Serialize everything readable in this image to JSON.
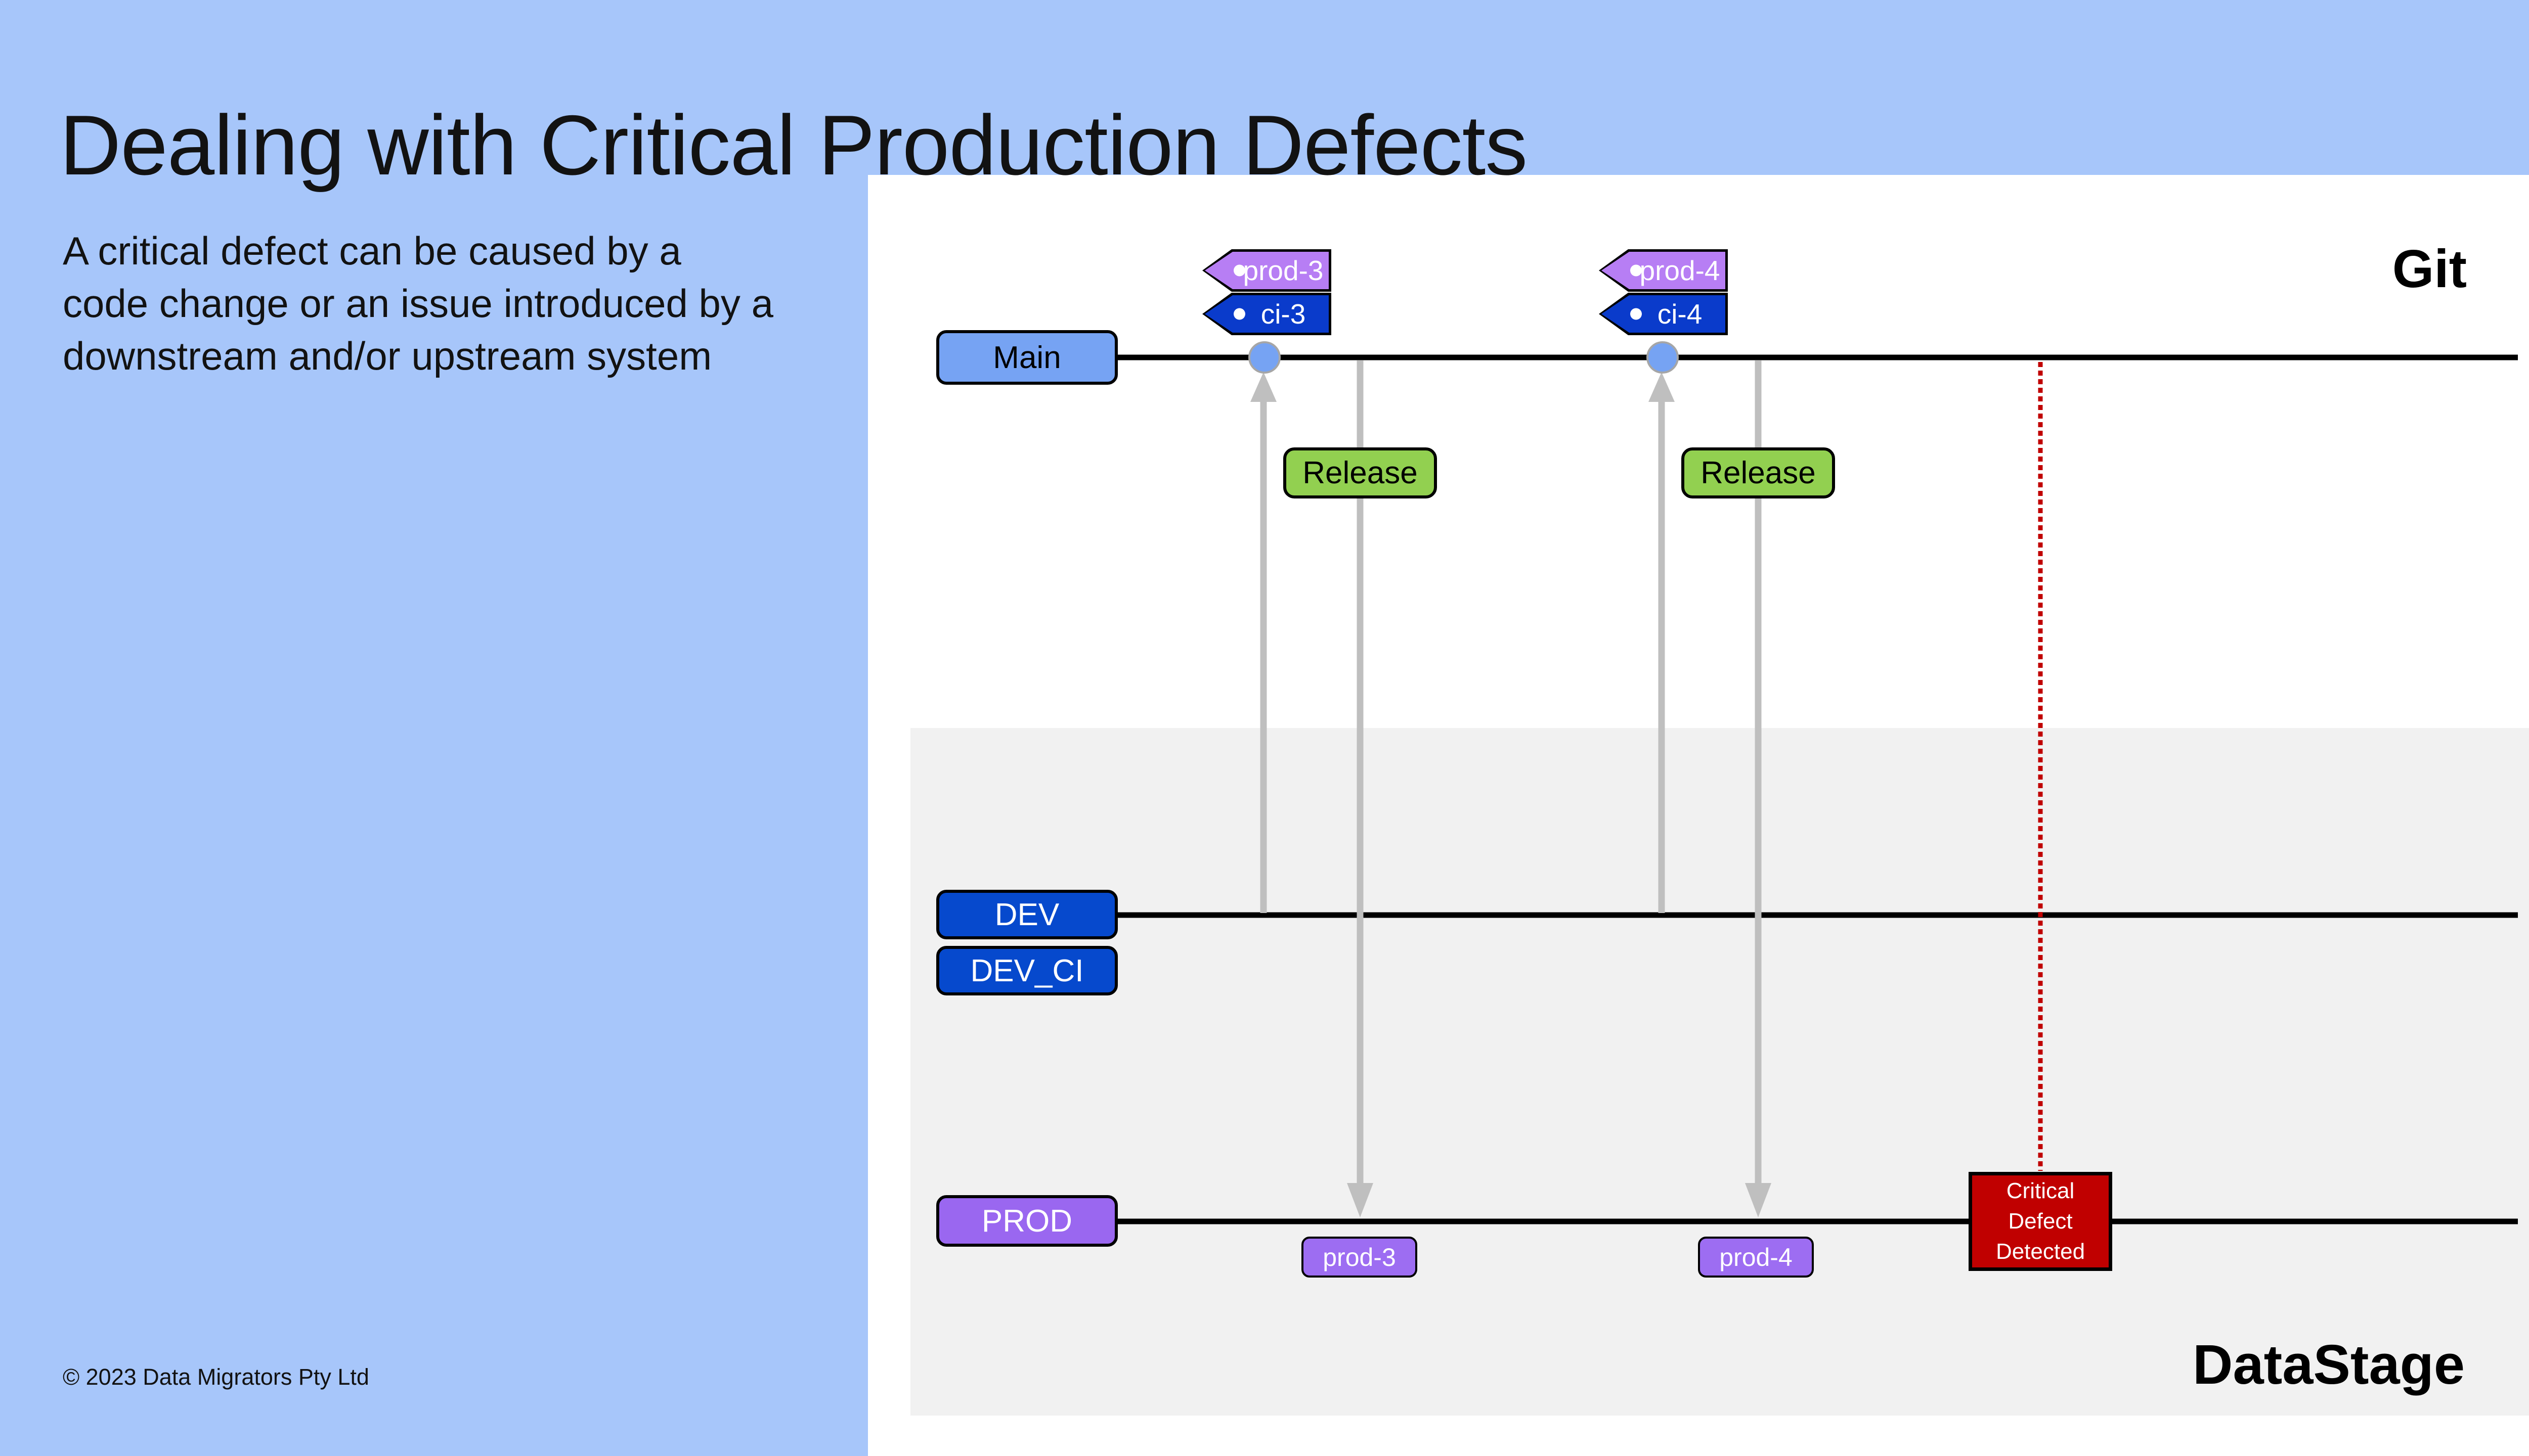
{
  "slide": {
    "title": "Dealing with Critical Production Defects",
    "body_lines": [
      "A critical defect can be caused by a",
      "code change or an issue introduced by a",
      "downstream and/or upstream system"
    ],
    "copyright": "© 2023 Data Migrators Pty Ltd"
  },
  "diagram": {
    "system_labels": {
      "git": "Git",
      "datastage": "DataStage"
    },
    "branches": {
      "main": "Main",
      "dev": "DEV",
      "dev_ci": "DEV_CI",
      "prod": "PROD"
    },
    "commit_tags": {
      "prod3": "prod-3",
      "ci3": "ci-3",
      "prod4": "prod-4",
      "ci4": "ci-4"
    },
    "deploy_tags": {
      "prod3": "prod-3",
      "prod4": "prod-4"
    },
    "release_buttons": {
      "release1": "Release",
      "release2": "Release"
    },
    "alert": {
      "text": "Critical Defect Detected"
    }
  },
  "colors": {
    "bgBlue": "#a7c6fa",
    "panelGray": "#f1f1f1",
    "mainBlue": "#76a3f3",
    "devBlue": "#0649cd",
    "ciBlue": "#0a3bcb",
    "tagPurple": "#b77ef4",
    "prodPurple": "#9a67f0",
    "deployPurple": "#9d6df2",
    "releaseGreen": "#92d050",
    "alertRed": "#c00000",
    "arrowGray": "#bfbfbf"
  }
}
